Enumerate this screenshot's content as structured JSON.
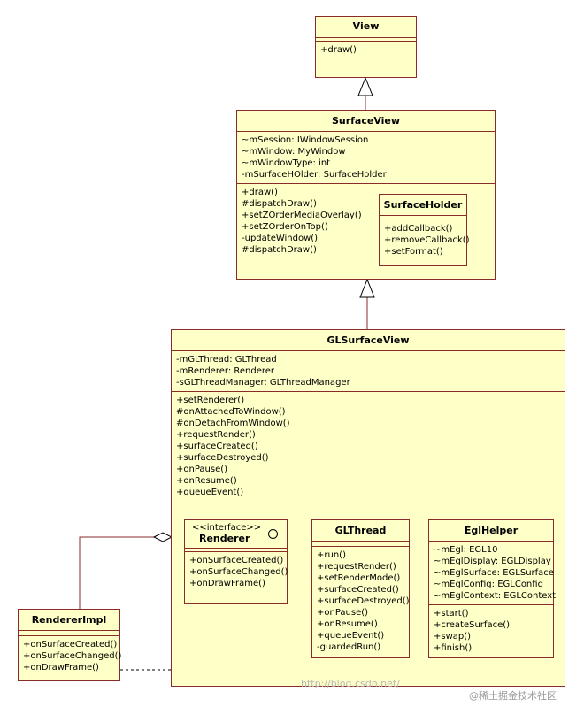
{
  "classes": {
    "view": {
      "name": "View",
      "methods": [
        "+draw()"
      ]
    },
    "surfaceview": {
      "name": "SurfaceView",
      "fields": [
        "~mSession: IWindowSession",
        "~mWindow: MyWindow",
        "~mWindowType: int",
        "-mSurfaceHOlder: SurfaceHolder"
      ],
      "methods": [
        "+draw()",
        "#dispatchDraw()",
        "+setZOrderMediaOverlay()",
        "+setZOrderOnTop()",
        "-updateWindow()",
        "#dispatchDraw()"
      ]
    },
    "surfaceholder": {
      "name": "SurfaceHolder",
      "methods": [
        "+addCallback()",
        "+removeCallback()",
        "+setFormat()"
      ]
    },
    "glsurfaceview": {
      "name": "GLSurfaceView",
      "fields": [
        "-mGLThread: GLThread",
        "-mRenderer: Renderer",
        "-sGLThreadManager: GLThreadManager"
      ],
      "methods": [
        "+setRenderer()",
        "#onAttachedToWindow()",
        "#onDetachFromWindow()",
        "+requestRender()",
        "+surfaceCreated()",
        "+surfaceDestroyed()",
        "+onPause()",
        "+onResume()",
        "+queueEvent()"
      ]
    },
    "renderer": {
      "stereotype": "<<interface>>",
      "name": "Renderer",
      "methods": [
        "+onSurfaceCreated()",
        "+onSurfaceChanged()",
        "+onDrawFrame()"
      ]
    },
    "glthread": {
      "name": "GLThread",
      "methods": [
        "+run()",
        "+requestRender()",
        "+setRenderMode()",
        "+surfaceCreated()",
        "+surfaceDestroyed()",
        "+onPause()",
        "+onResume()",
        "+queueEvent()",
        "-guardedRun()"
      ]
    },
    "eglhelper": {
      "name": "EglHelper",
      "fields": [
        "~mEgl: EGL10",
        "~mEglDisplay: EGLDisplay",
        "~mEglSurface: EGLSurface",
        "~mEglConfig: EGLConfig",
        "~mEglContext: EGLContext"
      ],
      "methods": [
        "+start()",
        "+createSurface()",
        "+swap()",
        "+finish()"
      ]
    },
    "rendererimpl": {
      "name": "RendererImpl",
      "methods": [
        "+onSurfaceCreated()",
        "+onSurfaceChanged()",
        "+onDrawFrame()"
      ]
    }
  },
  "watermark": {
    "url": "http://blog.csdn.net/",
    "brand": "@稀土掘金技术社区"
  }
}
